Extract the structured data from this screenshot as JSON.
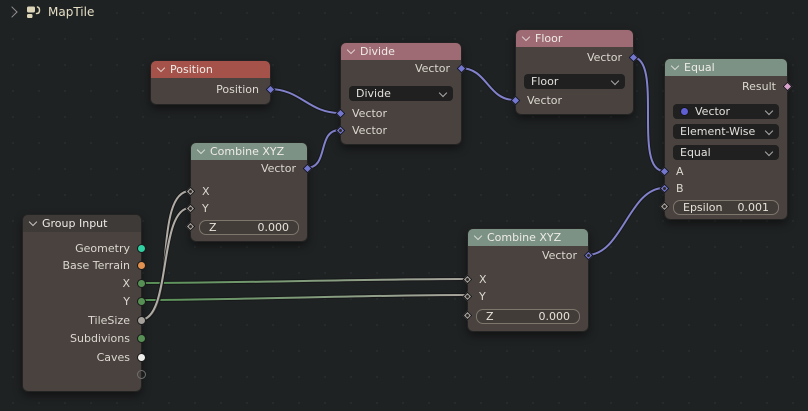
{
  "breadcrumb": {
    "title": "MapTile"
  },
  "nodes": {
    "position": {
      "title": "Position",
      "output": "Position"
    },
    "divide": {
      "title": "Divide",
      "output": "Vector",
      "operation": "Divide",
      "inputs": [
        "Vector",
        "Vector"
      ]
    },
    "floor": {
      "title": "Floor",
      "output": "Vector",
      "operation": "Floor",
      "inputs": [
        "Vector"
      ]
    },
    "equal": {
      "title": "Equal",
      "output": "Result",
      "dropdowns": [
        "Vector",
        "Element-Wise",
        "Equal"
      ],
      "inputs": [
        "A",
        "B"
      ],
      "epsilon_label": "Epsilon",
      "epsilon_value": "0.001"
    },
    "combine_top": {
      "title": "Combine XYZ",
      "output": "Vector",
      "inputs": [
        "X",
        "Y"
      ],
      "z_label": "Z",
      "z_value": "0.000"
    },
    "combine_bottom": {
      "title": "Combine XYZ",
      "output": "Vector",
      "inputs": [
        "X",
        "Y"
      ],
      "z_label": "Z",
      "z_value": "0.000"
    },
    "group_input": {
      "title": "Group Input",
      "outputs": [
        "Geometry",
        "Base Terrain",
        "X",
        "Y",
        "TileSize",
        "Subdivions",
        "Caves"
      ]
    }
  },
  "connections": [
    {
      "from": "Position.Position",
      "to": "Divide.Vector[0]"
    },
    {
      "from": "Combine XYZ (top).Vector",
      "to": "Divide.Vector[1]"
    },
    {
      "from": "Divide.Vector",
      "to": "Floor.Vector"
    },
    {
      "from": "Floor.Vector",
      "to": "Equal.A"
    },
    {
      "from": "Combine XYZ (bottom).Vector",
      "to": "Equal.B"
    },
    {
      "from": "Group Input.X",
      "to": "Combine XYZ (bottom).X"
    },
    {
      "from": "Group Input.Y",
      "to": "Combine XYZ (bottom).Y"
    },
    {
      "from": "Group Input.TileSize",
      "to": "Combine XYZ (top).X"
    },
    {
      "from": "Group Input.TileSize",
      "to": "Combine XYZ (top).Y"
    }
  ],
  "colors": {
    "canvas": "#1f2223",
    "node_body": "#49423e",
    "header_input_red": "#a5524a",
    "header_vector_mauve": "#9e6a74",
    "header_converter_sage": "#7b9284",
    "header_group_gray": "#3d3a37",
    "socket_vector": "#7477cf",
    "socket_boolean_result": "#d9a3cc",
    "socket_float": "#a5a09a",
    "socket_geometry": "#2fd0a2",
    "socket_object": "#e2914f",
    "socket_int": "#569055",
    "socket_bool_white": "#eeeeea",
    "wire_purple": "#8282cc",
    "wire_gray": "#b1ada6",
    "wire_green": "#569055"
  }
}
